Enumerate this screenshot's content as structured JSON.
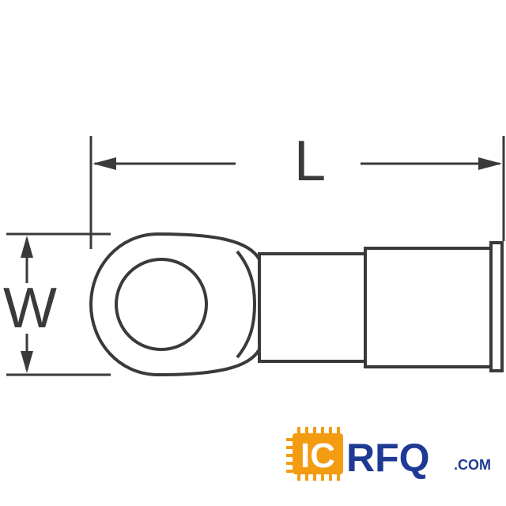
{
  "diagram": {
    "dimension_length_label": "L",
    "dimension_width_label": "W"
  },
  "watermark": {
    "brand_ic": "IC",
    "brand_rfq": "RFQ",
    "brand_suffix": ".COM"
  },
  "colors": {
    "line": "#3a3a3a",
    "logo_orange": "#f39c12",
    "logo_blue": "#1f3a93"
  }
}
